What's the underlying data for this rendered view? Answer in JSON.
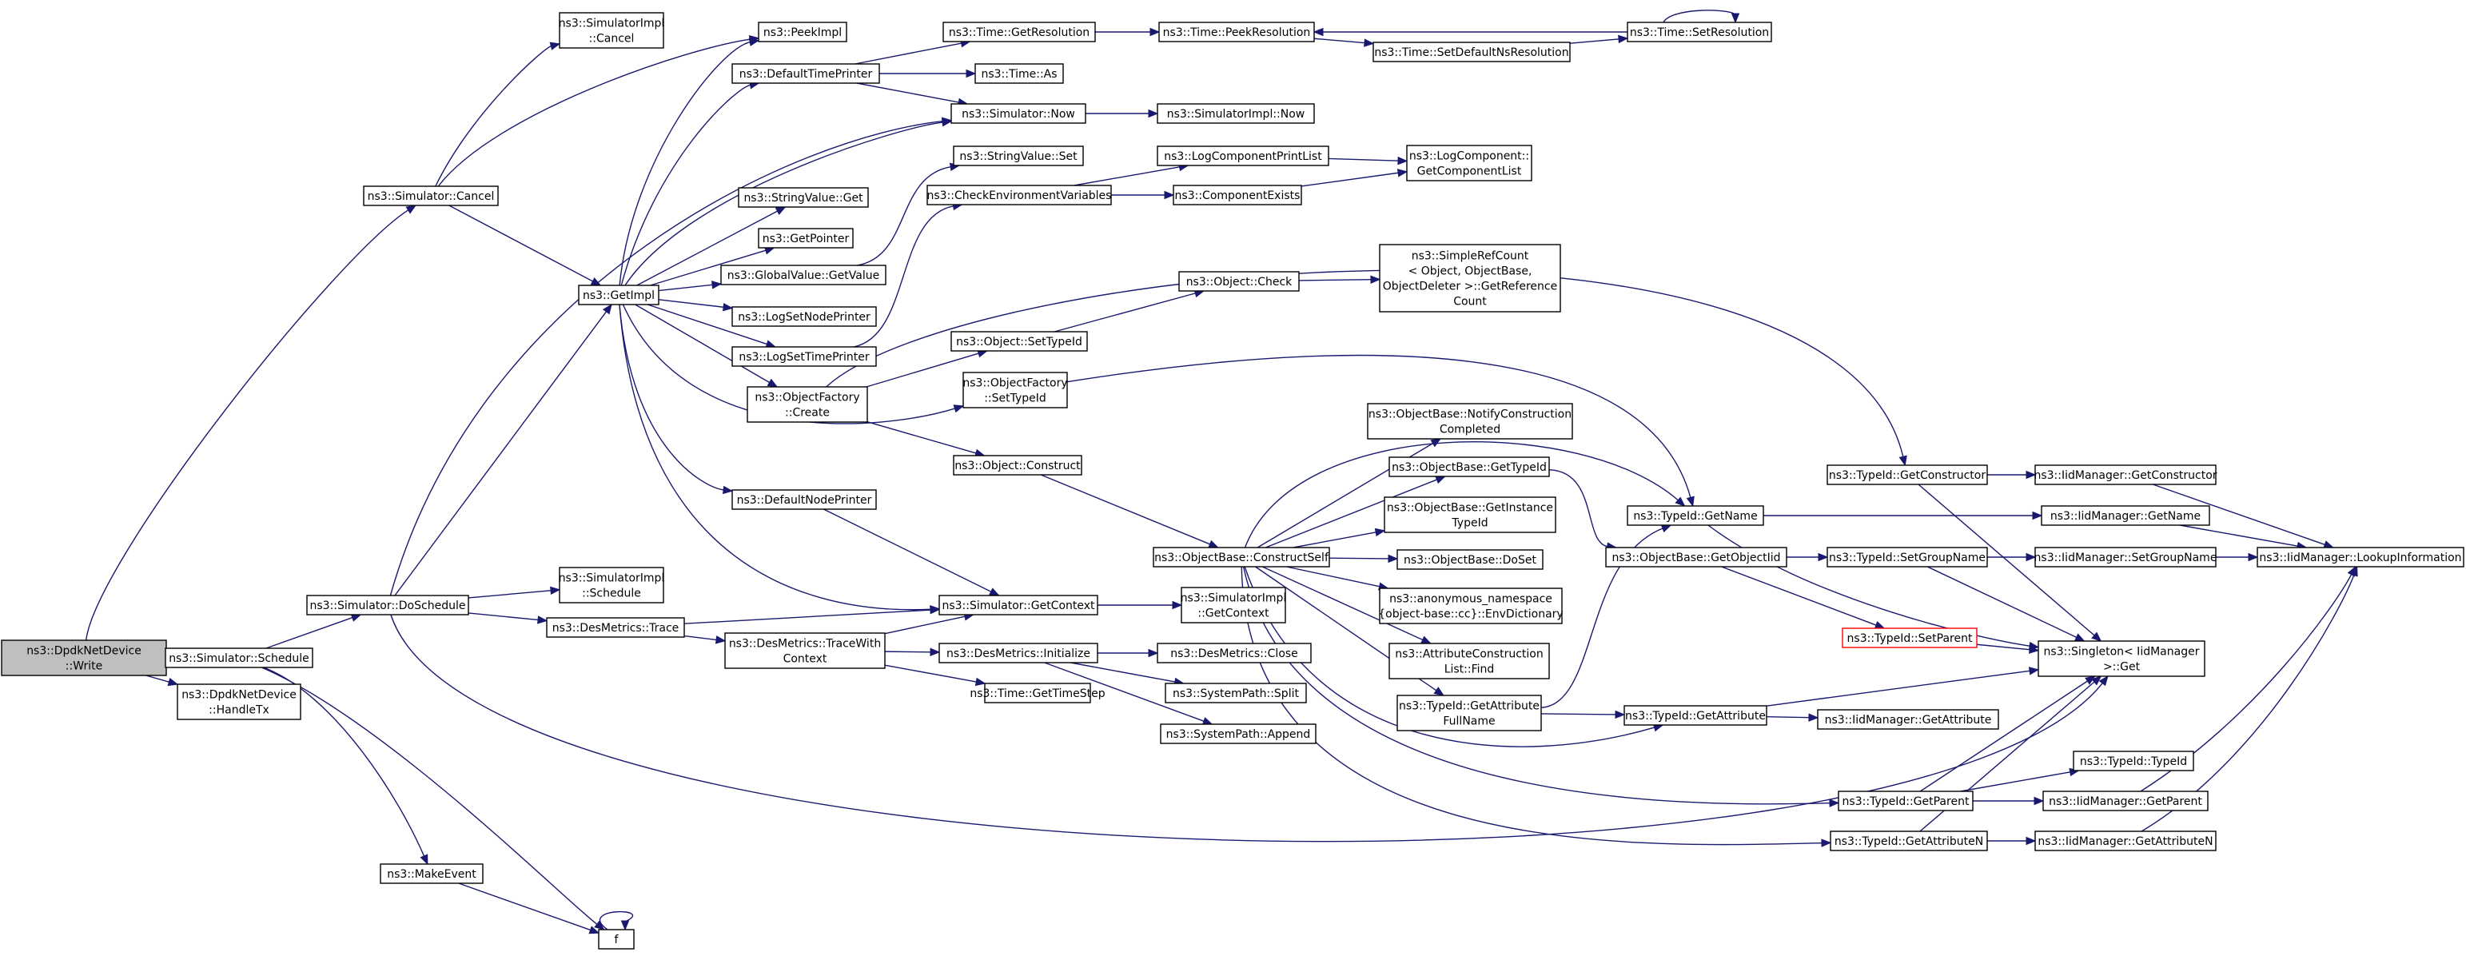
{
  "edge_color": "#191970",
  "root_fill": "#bfbfbf",
  "alert_border": "#ff0000",
  "nodes": {
    "dpdk_write": {
      "lines": [
        "ns3::DpdkNetDevice",
        "::Write"
      ],
      "root": true
    },
    "sim_schedule": {
      "lines": [
        "ns3::Simulator::Schedule"
      ]
    },
    "dpdk_handletx": {
      "lines": [
        "ns3::DpdkNetDevice",
        "::HandleTx"
      ]
    },
    "makeevent": {
      "lines": [
        "ns3::MakeEvent"
      ]
    },
    "f": {
      "lines": [
        "f"
      ]
    },
    "sim_cancel": {
      "lines": [
        "ns3::Simulator::Cancel"
      ]
    },
    "sim_doschedule": {
      "lines": [
        "ns3::Simulator::DoSchedule"
      ]
    },
    "simimpl_cancel": {
      "lines": [
        "ns3::SimulatorImpl",
        "::Cancel"
      ]
    },
    "peekimpl": {
      "lines": [
        "ns3::PeekImpl"
      ]
    },
    "getimpl": {
      "lines": [
        "ns3::GetImpl"
      ]
    },
    "simimpl_schedule": {
      "lines": [
        "ns3::SimulatorImpl",
        "::Schedule"
      ]
    },
    "desmetrics_trace": {
      "lines": [
        "ns3::DesMetrics::Trace"
      ]
    },
    "defaulttimeprinter": {
      "lines": [
        "ns3::DefaultTimePrinter"
      ]
    },
    "stringvalue_get": {
      "lines": [
        "ns3::StringValue::Get"
      ]
    },
    "getpointer": {
      "lines": [
        "ns3::GetPointer"
      ]
    },
    "globalvalue_getvalue": {
      "lines": [
        "ns3::GlobalValue::GetValue"
      ]
    },
    "logsetnodeprinter": {
      "lines": [
        "ns3::LogSetNodePrinter"
      ]
    },
    "logsettimeprinter": {
      "lines": [
        "ns3::LogSetTimePrinter"
      ]
    },
    "objectfactory_create": {
      "lines": [
        "ns3::ObjectFactory",
        "::Create"
      ]
    },
    "defaultnodeprinter": {
      "lines": [
        "ns3::DefaultNodePrinter"
      ]
    },
    "desmetrics_tracewithcontext": {
      "lines": [
        "ns3::DesMetrics::TraceWith",
        "Context"
      ]
    },
    "time_getresolution": {
      "lines": [
        "ns3::Time::GetResolution"
      ]
    },
    "time_as": {
      "lines": [
        "ns3::Time::As"
      ]
    },
    "sim_now": {
      "lines": [
        "ns3::Simulator::Now"
      ]
    },
    "stringvalue_set": {
      "lines": [
        "ns3::StringValue::Set"
      ]
    },
    "checkenvvars": {
      "lines": [
        "ns3::CheckEnvironmentVariables"
      ]
    },
    "object_settypeid": {
      "lines": [
        "ns3::Object::SetTypeId"
      ]
    },
    "objectfactory_settypeid": {
      "lines": [
        "ns3::ObjectFactory",
        "::SetTypeId"
      ]
    },
    "object_construct": {
      "lines": [
        "ns3::Object::Construct"
      ]
    },
    "sim_getcontext": {
      "lines": [
        "ns3::Simulator::GetContext"
      ]
    },
    "desmetrics_initialize": {
      "lines": [
        "ns3::DesMetrics::Initialize"
      ]
    },
    "time_gettimestep": {
      "lines": [
        "ns3::Time::GetTimeStep"
      ]
    },
    "time_peekresolution": {
      "lines": [
        "ns3::Time::PeekResolution"
      ]
    },
    "simimpl_now": {
      "lines": [
        "ns3::SimulatorImpl::Now"
      ]
    },
    "logcomponentprintlist": {
      "lines": [
        "ns3::LogComponentPrintList"
      ]
    },
    "componentexists": {
      "lines": [
        "ns3::ComponentExists"
      ]
    },
    "object_check": {
      "lines": [
        "ns3::Object::Check"
      ]
    },
    "objectbase_constructself": {
      "lines": [
        "ns3::ObjectBase::ConstructSelf"
      ]
    },
    "simimpl_getcontext": {
      "lines": [
        "ns3::SimulatorImpl",
        "::GetContext"
      ]
    },
    "desmetrics_close": {
      "lines": [
        "ns3::DesMetrics::Close"
      ]
    },
    "systempath_split": {
      "lines": [
        "ns3::SystemPath::Split"
      ]
    },
    "systempath_append": {
      "lines": [
        "ns3::SystemPath::Append"
      ]
    },
    "time_setdefaultnsresolution": {
      "lines": [
        "ns3::Time::SetDefaultNsResolution"
      ]
    },
    "time_setresolution": {
      "lines": [
        "ns3::Time::SetResolution"
      ]
    },
    "logcomponent_getcomponentlist": {
      "lines": [
        "ns3::LogComponent::",
        "GetComponentList"
      ]
    },
    "simplerefcount_getreferencecount": {
      "lines": [
        "ns3::SimpleRefCount",
        "< Object, ObjectBase,",
        "ObjectDeleter >::GetReference",
        "Count"
      ]
    },
    "objectbase_notifyconstructioncompleted": {
      "lines": [
        "ns3::ObjectBase::NotifyConstruction",
        "Completed"
      ]
    },
    "objectbase_gettypeid": {
      "lines": [
        "ns3::ObjectBase::GetTypeId"
      ]
    },
    "objectbase_getinstancetypeid": {
      "lines": [
        "ns3::ObjectBase::GetInstance",
        "TypeId"
      ]
    },
    "objectbase_doset": {
      "lines": [
        "ns3::ObjectBase::DoSet"
      ]
    },
    "anon_envdictionary": {
      "lines": [
        "ns3::anonymous_namespace",
        "{object-base::cc}::EnvDictionary"
      ]
    },
    "attrconstructionlist_find": {
      "lines": [
        "ns3::AttributeConstruction",
        "List::Find"
      ]
    },
    "typeid_getattributefullname": {
      "lines": [
        "ns3::TypeId::GetAttribute",
        "FullName"
      ]
    },
    "typeid_getname": {
      "lines": [
        "ns3::TypeId::GetName"
      ]
    },
    "objectbase_getobjectiid": {
      "lines": [
        "ns3::ObjectBase::GetObjectIid"
      ]
    },
    "typeid_setparent": {
      "lines": [
        "ns3::TypeId::SetParent"
      ],
      "alert": true
    },
    "typeid_getattribute": {
      "lines": [
        "ns3::TypeId::GetAttribute"
      ]
    },
    "typeid_getconstructor": {
      "lines": [
        "ns3::TypeId::GetConstructor"
      ]
    },
    "typeid_setgroupname": {
      "lines": [
        "ns3::TypeId::SetGroupName"
      ]
    },
    "typeid_getparent": {
      "lines": [
        "ns3::TypeId::GetParent"
      ]
    },
    "typeid_getattributen": {
      "lines": [
        "ns3::TypeId::GetAttributeN"
      ]
    },
    "iidmanager_getattribute": {
      "lines": [
        "ns3::IidManager::GetAttribute"
      ]
    },
    "typeid_typeid": {
      "lines": [
        "ns3::TypeId::TypeId"
      ]
    },
    "iidmanager_getconstructor": {
      "lines": [
        "ns3::IidManager::GetConstructor"
      ]
    },
    "iidmanager_getname": {
      "lines": [
        "ns3::IidManager::GetName"
      ]
    },
    "iidmanager_setgroupname": {
      "lines": [
        "ns3::IidManager::SetGroupName"
      ]
    },
    "singleton_get": {
      "lines": [
        "ns3::Singleton< IidManager",
        " >::Get"
      ]
    },
    "iidmanager_getparent": {
      "lines": [
        "ns3::IidManager::GetParent"
      ]
    },
    "iidmanager_getattributen": {
      "lines": [
        "ns3::IidManager::GetAttributeN"
      ]
    },
    "iidmanager_lookupinformation": {
      "lines": [
        "ns3::IidManager::LookupInformation"
      ]
    }
  }
}
